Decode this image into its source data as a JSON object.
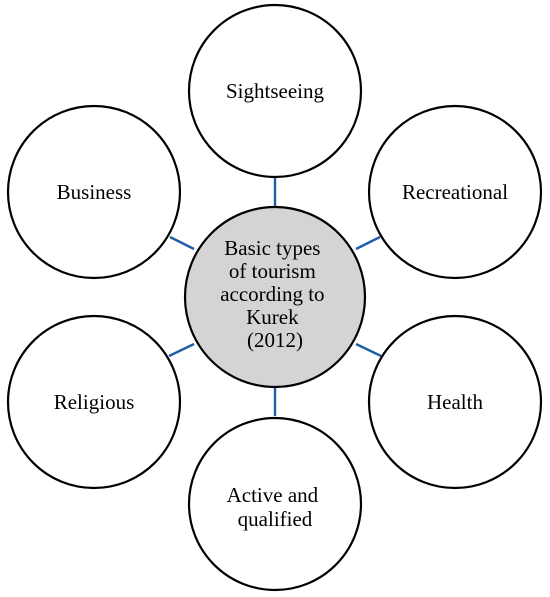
{
  "diagram": {
    "center": {
      "lines": [
        "Basic types",
        "of tourism",
        "according to",
        "Kurek",
        "(2012)"
      ]
    },
    "nodes": {
      "sightseeing": {
        "lines": [
          "Sightseeing"
        ]
      },
      "recreational": {
        "lines": [
          "Recreational"
        ]
      },
      "health": {
        "lines": [
          "Health"
        ]
      },
      "active": {
        "lines": [
          "Active and",
          "qualified"
        ]
      },
      "religious": {
        "lines": [
          "Religious"
        ]
      },
      "business": {
        "lines": [
          "Business"
        ]
      }
    },
    "colors": {
      "connector": "#1f5fa8",
      "center_fill": "#d4d4d4",
      "node_fill": "#ffffff",
      "outline": "#000000"
    }
  }
}
